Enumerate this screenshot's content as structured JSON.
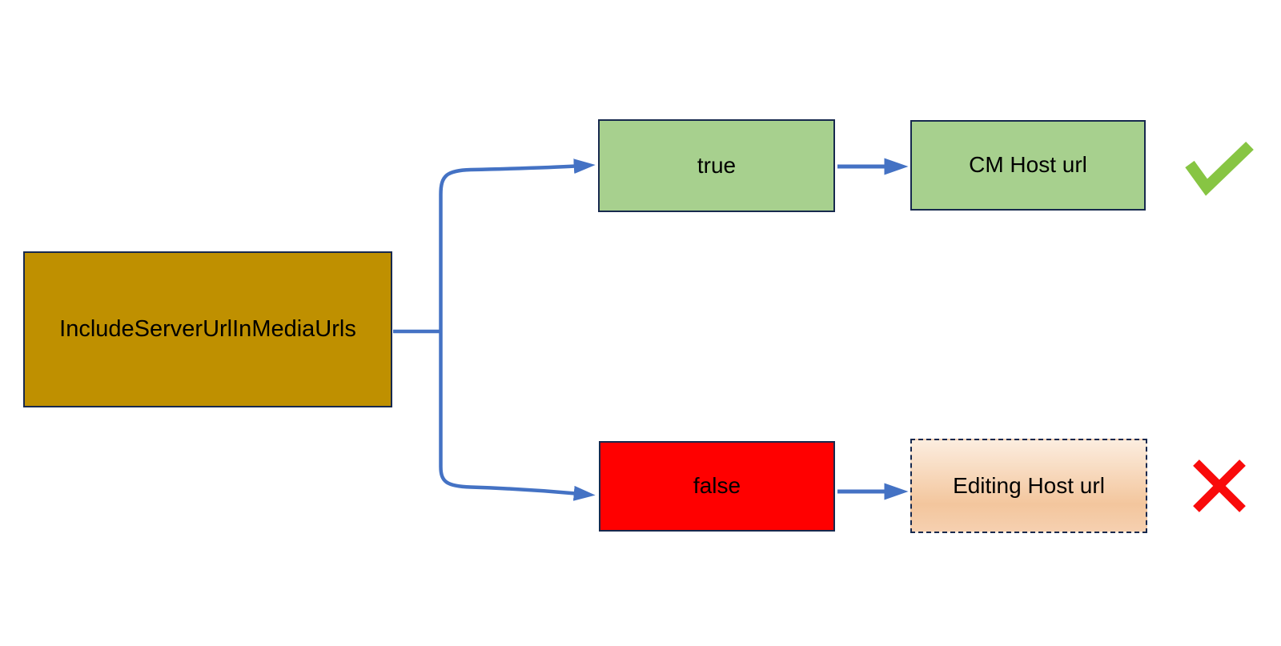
{
  "diagram": {
    "title_hint": "IncludeServerUrlInMediaUrls setting flowchart",
    "decision": {
      "label": "IncludeServerUrlInMediaUrls"
    },
    "true_branch": {
      "condition_label": "true",
      "result_label": "CM Host url",
      "status_icon": "check-icon"
    },
    "false_branch": {
      "condition_label": "false",
      "result_label": "Editing Host url",
      "status_icon": "cross-icon"
    }
  },
  "colors": {
    "background": "#FFFFFF",
    "decision_fill": "#BF9000",
    "true_fill": "#A7D08E",
    "cm_fill": "#A7D08E",
    "false_fill": "#FF0000",
    "editing_fill_top": "#FCEDDF",
    "editing_fill_mid": "#F3C69D",
    "editing_fill_bottom": "#F6D0B0",
    "node_border": "#17294E",
    "arrow": "#4472C4",
    "check": "#87C543",
    "cross": "#F90B0B",
    "text": "#000000"
  }
}
